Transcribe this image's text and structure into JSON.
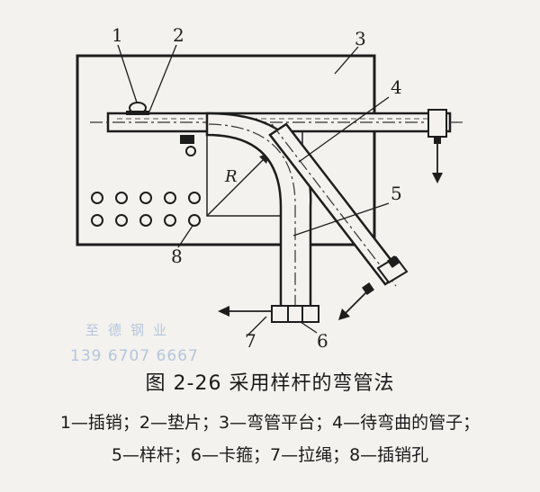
{
  "figure": {
    "title": "图 2-26   采用样杆的弯管法",
    "legend_line1": "1—插销；2—垫片；3—弯管平台；4—待弯曲的管子；",
    "legend_line2": "5—样杆；6—卡箍；7—拉绳；8—插销孔"
  },
  "labels": {
    "n1": "1",
    "n2": "2",
    "n3": "3",
    "n4": "4",
    "n5": "5",
    "n6": "6",
    "n7": "7",
    "n8": "8",
    "radius": "R"
  },
  "watermark": {
    "line1": "至德钢业",
    "line2": "139 6707 6667"
  }
}
